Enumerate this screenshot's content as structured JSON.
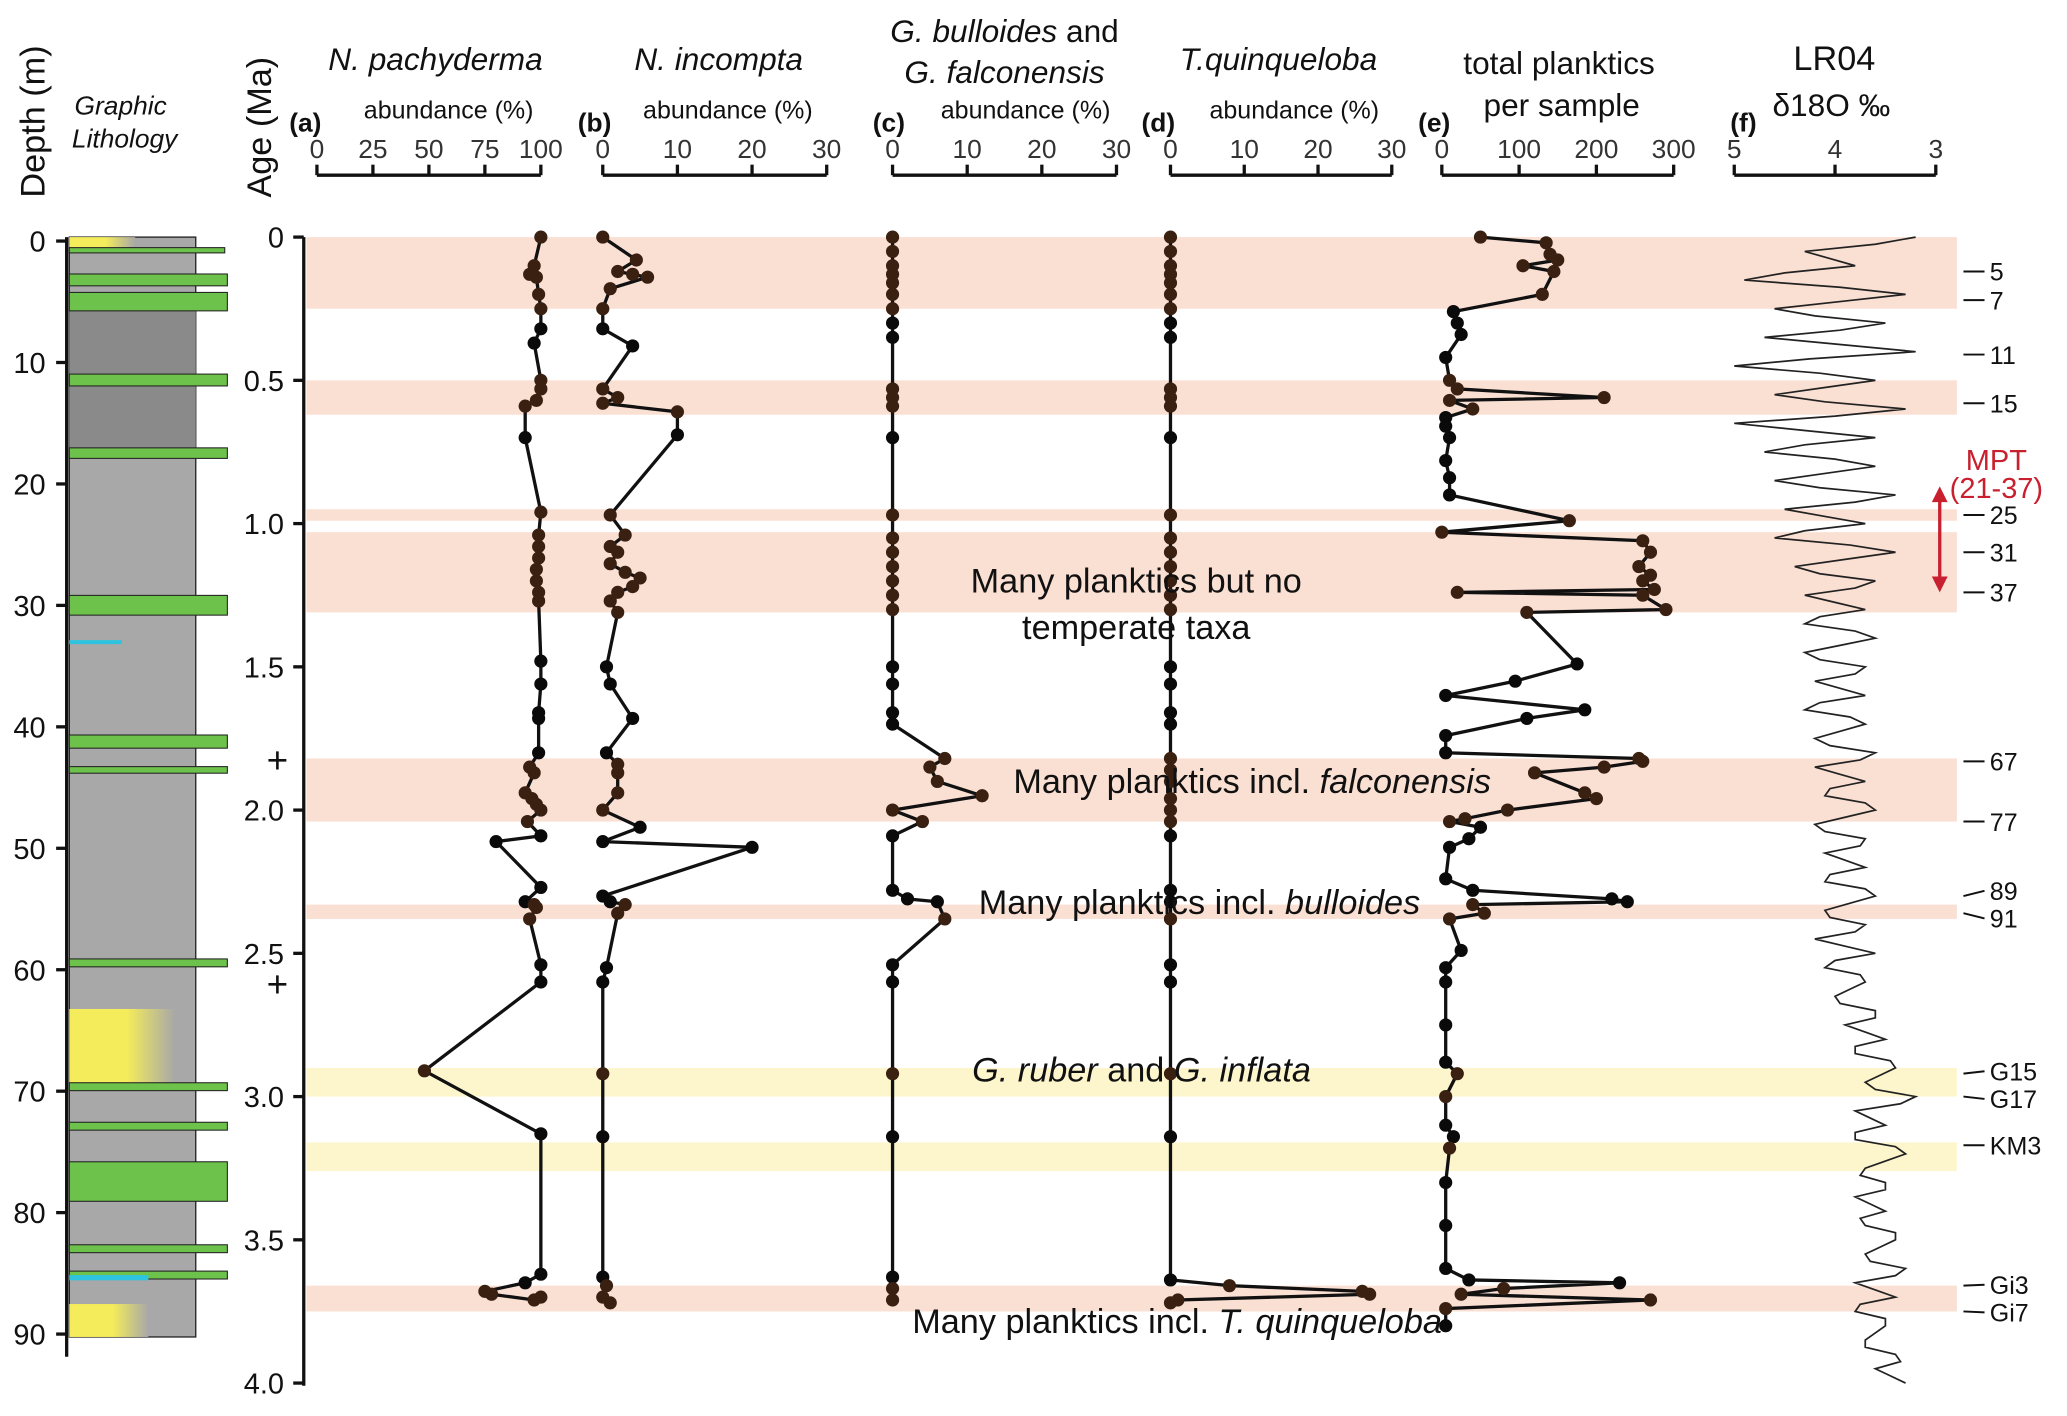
{
  "labels": {
    "depth_axis": "Depth (m)",
    "age_axis": "Age (Ma)",
    "lithology_1": "Graphic",
    "lithology_2": "Lithology",
    "plus_markers": [
      "+",
      "+"
    ]
  },
  "depth_ticks": [
    "0",
    "10",
    "20",
    "30",
    "40",
    "50",
    "60",
    "70",
    "80",
    "90"
  ],
  "age_ticks": [
    "0",
    "0.5",
    "1.0",
    "1.5",
    "2.0",
    "2.5",
    "3.0",
    "3.5",
    "4.0"
  ],
  "bands": {
    "pink": [
      [
        0,
        0.25
      ],
      [
        0.5,
        0.62
      ],
      [
        0.95,
        0.99
      ],
      [
        1.03,
        1.31
      ],
      [
        1.82,
        2.04
      ],
      [
        2.33,
        2.38
      ],
      [
        3.66,
        3.75
      ]
    ],
    "yellow": [
      [
        2.9,
        3.0
      ],
      [
        3.16,
        3.26
      ]
    ],
    "pink_color": "#fadfd3",
    "yellow_color": "#fdf6cc"
  },
  "annotations": {
    "a1_line1": "Many planktics but no",
    "a1_line2": "temperate taxa",
    "a2_pre": "Many planktics incl. ",
    "a2_it": "falconensis",
    "a3_pre": "Many planktics incl. ",
    "a3_it": "bulloides",
    "a4_it1": "G. ruber",
    "a4_mid": " and ",
    "a4_it2": "G. inflata",
    "a5_pre": "Many planktics incl. ",
    "a5_it": "T. quinqueloba"
  },
  "mis_labels": [
    {
      "label": "5",
      "age": 0.12
    },
    {
      "label": "7",
      "age": 0.22
    },
    {
      "label": "11",
      "age": 0.41
    },
    {
      "label": "15",
      "age": 0.58
    },
    {
      "label": "25",
      "age": 0.97
    },
    {
      "label": "31",
      "age": 1.1
    },
    {
      "label": "37",
      "age": 1.24
    },
    {
      "label": "67",
      "age": 1.83
    },
    {
      "label": "77",
      "age": 2.04
    },
    {
      "label": "89",
      "age": 2.3
    },
    {
      "label": "91",
      "age": 2.36
    },
    {
      "label": "G15",
      "age": 2.92
    },
    {
      "label": "G17",
      "age": 3.0
    },
    {
      "label": "KM3",
      "age": 3.17
    },
    {
      "label": "Gi3",
      "age": 3.66
    },
    {
      "label": "Gi7",
      "age": 3.75
    }
  ],
  "mpt": {
    "label": "MPT",
    "range": "(21-37)",
    "from_age": 0.87,
    "to_age": 1.24,
    "color": "#c8202f"
  },
  "chart_data": [
    {
      "type": "line",
      "id": "a",
      "letter": "(a)",
      "title": "N. pachyderma",
      "xlabel": "abundance (%)",
      "xlim": [
        0,
        100
      ],
      "ticks": [
        "0",
        "25",
        "50",
        "75",
        "100"
      ],
      "tick_values": [
        0,
        25,
        50,
        75,
        100
      ],
      "ylabel": "Age (Ma)",
      "ylim": [
        0,
        4
      ],
      "points": [
        [
          0,
          100
        ],
        [
          0.1,
          97
        ],
        [
          0.13,
          95
        ],
        [
          0.14,
          98
        ],
        [
          0.2,
          99
        ],
        [
          0.25,
          100
        ],
        [
          0.32,
          100
        ],
        [
          0.37,
          97
        ],
        [
          0.5,
          100
        ],
        [
          0.53,
          100
        ],
        [
          0.57,
          98
        ],
        [
          0.59,
          93
        ],
        [
          0.7,
          93
        ],
        [
          0.96,
          100
        ],
        [
          1.04,
          99
        ],
        [
          1.08,
          99
        ],
        [
          1.12,
          99
        ],
        [
          1.16,
          98
        ],
        [
          1.2,
          98
        ],
        [
          1.24,
          99
        ],
        [
          1.27,
          99
        ],
        [
          1.48,
          100
        ],
        [
          1.56,
          100
        ],
        [
          1.66,
          99
        ],
        [
          1.68,
          99
        ],
        [
          1.8,
          99
        ],
        [
          1.85,
          95
        ],
        [
          1.87,
          97
        ],
        [
          1.94,
          93
        ],
        [
          1.96,
          96
        ],
        [
          1.98,
          98
        ],
        [
          2.0,
          100
        ],
        [
          2.04,
          94
        ],
        [
          2.09,
          100
        ],
        [
          2.11,
          80
        ],
        [
          2.27,
          100
        ],
        [
          2.32,
          93
        ],
        [
          2.33,
          97
        ],
        [
          2.34,
          98
        ],
        [
          2.38,
          95
        ],
        [
          2.54,
          100
        ],
        [
          2.6,
          100
        ],
        [
          2.91,
          48
        ],
        [
          3.13,
          100
        ],
        [
          3.62,
          100
        ],
        [
          3.65,
          93
        ],
        [
          3.68,
          75
        ],
        [
          3.69,
          78
        ],
        [
          3.71,
          97
        ],
        [
          3.7,
          100
        ]
      ]
    },
    {
      "type": "line",
      "id": "b",
      "letter": "(b)",
      "title": "N. incompta",
      "xlabel": "abundance (%)",
      "xlim": [
        0,
        30
      ],
      "ticks": [
        "0",
        "10",
        "20",
        "30"
      ],
      "tick_values": [
        0,
        10,
        20,
        30
      ],
      "ylim": [
        0,
        4
      ],
      "points": [
        [
          0,
          0
        ],
        [
          0.08,
          4.5
        ],
        [
          0.12,
          2
        ],
        [
          0.13,
          4
        ],
        [
          0.14,
          6
        ],
        [
          0.18,
          1
        ],
        [
          0.25,
          0
        ],
        [
          0.32,
          0
        ],
        [
          0.38,
          4
        ],
        [
          0.53,
          0
        ],
        [
          0.56,
          2
        ],
        [
          0.58,
          0
        ],
        [
          0.61,
          10
        ],
        [
          0.69,
          10
        ],
        [
          0.97,
          1
        ],
        [
          1.04,
          3
        ],
        [
          1.08,
          1
        ],
        [
          1.1,
          2
        ],
        [
          1.14,
          1
        ],
        [
          1.17,
          3
        ],
        [
          1.19,
          5
        ],
        [
          1.22,
          4
        ],
        [
          1.24,
          2
        ],
        [
          1.27,
          1
        ],
        [
          1.31,
          2
        ],
        [
          1.5,
          0.5
        ],
        [
          1.56,
          1
        ],
        [
          1.68,
          4
        ],
        [
          1.8,
          0.5
        ],
        [
          1.84,
          2
        ],
        [
          1.87,
          2
        ],
        [
          1.94,
          2
        ],
        [
          2.0,
          0
        ],
        [
          2.06,
          5
        ],
        [
          2.11,
          0
        ],
        [
          2.13,
          20
        ],
        [
          2.3,
          0
        ],
        [
          2.32,
          1
        ],
        [
          2.33,
          3
        ],
        [
          2.36,
          2
        ],
        [
          2.55,
          0.5
        ],
        [
          2.6,
          0
        ],
        [
          2.92,
          0
        ],
        [
          3.14,
          0
        ],
        [
          3.63,
          0
        ],
        [
          3.66,
          0.5
        ],
        [
          3.7,
          0
        ],
        [
          3.72,
          1
        ]
      ]
    },
    {
      "type": "line",
      "id": "c",
      "letter": "(c)",
      "title_it1": "G. bulloides",
      "title_mid": " and",
      "title_it2": "G. falconensis",
      "xlabel": "abundance (%)",
      "xlim": [
        0,
        30
      ],
      "ticks": [
        "0",
        "10",
        "20",
        "30"
      ],
      "tick_values": [
        0,
        10,
        20,
        30
      ],
      "ylim": [
        0,
        4
      ],
      "points": [
        [
          0,
          0
        ],
        [
          0.05,
          0
        ],
        [
          0.1,
          0
        ],
        [
          0.13,
          0
        ],
        [
          0.16,
          0
        ],
        [
          0.2,
          0
        ],
        [
          0.25,
          0
        ],
        [
          0.3,
          0
        ],
        [
          0.35,
          0
        ],
        [
          0.53,
          0
        ],
        [
          0.56,
          0
        ],
        [
          0.59,
          0
        ],
        [
          0.7,
          0
        ],
        [
          0.97,
          0
        ],
        [
          1.05,
          0
        ],
        [
          1.1,
          0
        ],
        [
          1.15,
          0
        ],
        [
          1.2,
          0
        ],
        [
          1.25,
          0
        ],
        [
          1.3,
          0
        ],
        [
          1.5,
          0
        ],
        [
          1.56,
          0
        ],
        [
          1.66,
          0
        ],
        [
          1.7,
          0
        ],
        [
          1.82,
          7
        ],
        [
          1.85,
          5
        ],
        [
          1.9,
          6
        ],
        [
          1.95,
          12
        ],
        [
          2.0,
          0
        ],
        [
          2.04,
          4
        ],
        [
          2.09,
          0
        ],
        [
          2.28,
          0
        ],
        [
          2.31,
          2
        ],
        [
          2.32,
          6
        ],
        [
          2.38,
          7
        ],
        [
          2.54,
          0
        ],
        [
          2.6,
          0
        ],
        [
          2.92,
          0
        ],
        [
          3.14,
          0
        ],
        [
          3.63,
          0
        ],
        [
          3.67,
          0
        ],
        [
          3.71,
          0
        ]
      ]
    },
    {
      "type": "line",
      "id": "d",
      "letter": "(d)",
      "title": "T.quinqueloba",
      "xlabel": "abundance (%)",
      "xlim": [
        0,
        30
      ],
      "ticks": [
        "0",
        "10",
        "20",
        "30"
      ],
      "tick_values": [
        0,
        10,
        20,
        30
      ],
      "ylim": [
        0,
        4
      ],
      "points": [
        [
          0,
          0
        ],
        [
          0.05,
          0
        ],
        [
          0.1,
          0
        ],
        [
          0.13,
          0
        ],
        [
          0.16,
          0
        ],
        [
          0.2,
          0
        ],
        [
          0.25,
          0
        ],
        [
          0.3,
          0
        ],
        [
          0.35,
          0
        ],
        [
          0.53,
          0
        ],
        [
          0.56,
          0
        ],
        [
          0.59,
          0
        ],
        [
          0.7,
          0
        ],
        [
          0.97,
          0
        ],
        [
          1.05,
          0
        ],
        [
          1.1,
          0
        ],
        [
          1.15,
          0
        ],
        [
          1.2,
          0
        ],
        [
          1.25,
          0
        ],
        [
          1.3,
          0
        ],
        [
          1.5,
          0
        ],
        [
          1.56,
          0
        ],
        [
          1.66,
          0
        ],
        [
          1.7,
          0
        ],
        [
          1.82,
          0
        ],
        [
          1.86,
          0
        ],
        [
          1.9,
          0
        ],
        [
          1.96,
          0
        ],
        [
          2.0,
          0
        ],
        [
          2.04,
          0
        ],
        [
          2.09,
          0
        ],
        [
          2.28,
          0
        ],
        [
          2.32,
          0
        ],
        [
          2.38,
          0
        ],
        [
          2.54,
          0
        ],
        [
          2.6,
          0
        ],
        [
          2.92,
          0
        ],
        [
          3.14,
          0
        ],
        [
          3.64,
          0
        ],
        [
          3.66,
          8
        ],
        [
          3.68,
          26
        ],
        [
          3.69,
          27
        ],
        [
          3.71,
          1
        ],
        [
          3.72,
          0
        ]
      ]
    },
    {
      "type": "line",
      "id": "e",
      "letter": "(e)",
      "title": "total planktics",
      "title2": "per sample",
      "xlim": [
        0,
        300
      ],
      "ticks": [
        "0",
        "100",
        "200",
        "300"
      ],
      "tick_values": [
        0,
        100,
        200,
        300
      ],
      "ylim": [
        0,
        4
      ],
      "points": [
        [
          0,
          50
        ],
        [
          0.02,
          135
        ],
        [
          0.06,
          140
        ],
        [
          0.08,
          150
        ],
        [
          0.1,
          105
        ],
        [
          0.12,
          145
        ],
        [
          0.2,
          130
        ],
        [
          0.26,
          15
        ],
        [
          0.3,
          20
        ],
        [
          0.34,
          25
        ],
        [
          0.42,
          5
        ],
        [
          0.5,
          10
        ],
        [
          0.53,
          20
        ],
        [
          0.56,
          210
        ],
        [
          0.57,
          10
        ],
        [
          0.6,
          40
        ],
        [
          0.63,
          5
        ],
        [
          0.66,
          5
        ],
        [
          0.7,
          10
        ],
        [
          0.78,
          5
        ],
        [
          0.84,
          10
        ],
        [
          0.9,
          10
        ],
        [
          0.99,
          165
        ],
        [
          1.03,
          0
        ],
        [
          1.06,
          260
        ],
        [
          1.1,
          270
        ],
        [
          1.15,
          255
        ],
        [
          1.18,
          270
        ],
        [
          1.2,
          260
        ],
        [
          1.23,
          275
        ],
        [
          1.24,
          20
        ],
        [
          1.25,
          260
        ],
        [
          1.3,
          290
        ],
        [
          1.31,
          110
        ],
        [
          1.49,
          175
        ],
        [
          1.55,
          95
        ],
        [
          1.6,
          5
        ],
        [
          1.65,
          185
        ],
        [
          1.68,
          110
        ],
        [
          1.74,
          5
        ],
        [
          1.8,
          5
        ],
        [
          1.82,
          255
        ],
        [
          1.83,
          260
        ],
        [
          1.85,
          210
        ],
        [
          1.87,
          120
        ],
        [
          1.94,
          185
        ],
        [
          1.96,
          200
        ],
        [
          2.0,
          85
        ],
        [
          2.03,
          30
        ],
        [
          2.04,
          10
        ],
        [
          2.06,
          50
        ],
        [
          2.1,
          35
        ],
        [
          2.13,
          10
        ],
        [
          2.24,
          5
        ],
        [
          2.28,
          40
        ],
        [
          2.31,
          220
        ],
        [
          2.32,
          240
        ],
        [
          2.33,
          40
        ],
        [
          2.36,
          55
        ],
        [
          2.38,
          10
        ],
        [
          2.49,
          25
        ],
        [
          2.55,
          5
        ],
        [
          2.6,
          5
        ],
        [
          2.75,
          5
        ],
        [
          2.88,
          5
        ],
        [
          2.92,
          20
        ],
        [
          3.0,
          5
        ],
        [
          3.1,
          5
        ],
        [
          3.14,
          15
        ],
        [
          3.18,
          10
        ],
        [
          3.3,
          5
        ],
        [
          3.45,
          5
        ],
        [
          3.6,
          5
        ],
        [
          3.64,
          35
        ],
        [
          3.65,
          230
        ],
        [
          3.67,
          80
        ],
        [
          3.69,
          25
        ],
        [
          3.71,
          270
        ],
        [
          3.74,
          5
        ],
        [
          3.8,
          5
        ]
      ]
    },
    {
      "type": "line",
      "id": "f",
      "letter": "(f)",
      "title": "LR04",
      "xlabel": "δ18O ‰",
      "xlim": [
        5,
        3
      ],
      "ticks": [
        "5",
        "4",
        "3"
      ],
      "tick_values": [
        5,
        4,
        3
      ],
      "ylim": [
        0,
        4
      ],
      "ages_step": 0.05,
      "values": [
        3.2,
        4.3,
        3.8,
        4.9,
        3.3,
        4.6,
        3.5,
        4.7,
        3.2,
        5.0,
        3.6,
        4.6,
        3.3,
        5.0,
        3.6,
        4.7,
        3.6,
        4.6,
        3.4,
        4.5,
        3.7,
        4.6,
        3.4,
        4.4,
        3.6,
        4.3,
        3.7,
        4.3,
        3.6,
        4.3,
        3.7,
        4.2,
        3.7,
        4.3,
        3.7,
        4.2,
        3.6,
        4.2,
        3.7,
        4.1,
        3.6,
        4.2,
        3.7,
        4.1,
        3.7,
        4.1,
        3.6,
        4.1,
        3.7,
        4.2,
        3.6,
        4.1,
        3.7,
        4.0,
        3.6,
        3.9,
        3.5,
        3.8,
        3.4,
        3.7,
        3.2,
        3.8,
        3.5,
        3.8,
        3.3,
        3.7,
        3.5,
        3.8,
        3.5,
        3.7,
        3.4,
        3.7,
        3.3,
        3.8,
        3.4,
        3.8,
        3.5,
        3.7,
        3.4,
        3.6,
        3.3
      ]
    }
  ]
}
